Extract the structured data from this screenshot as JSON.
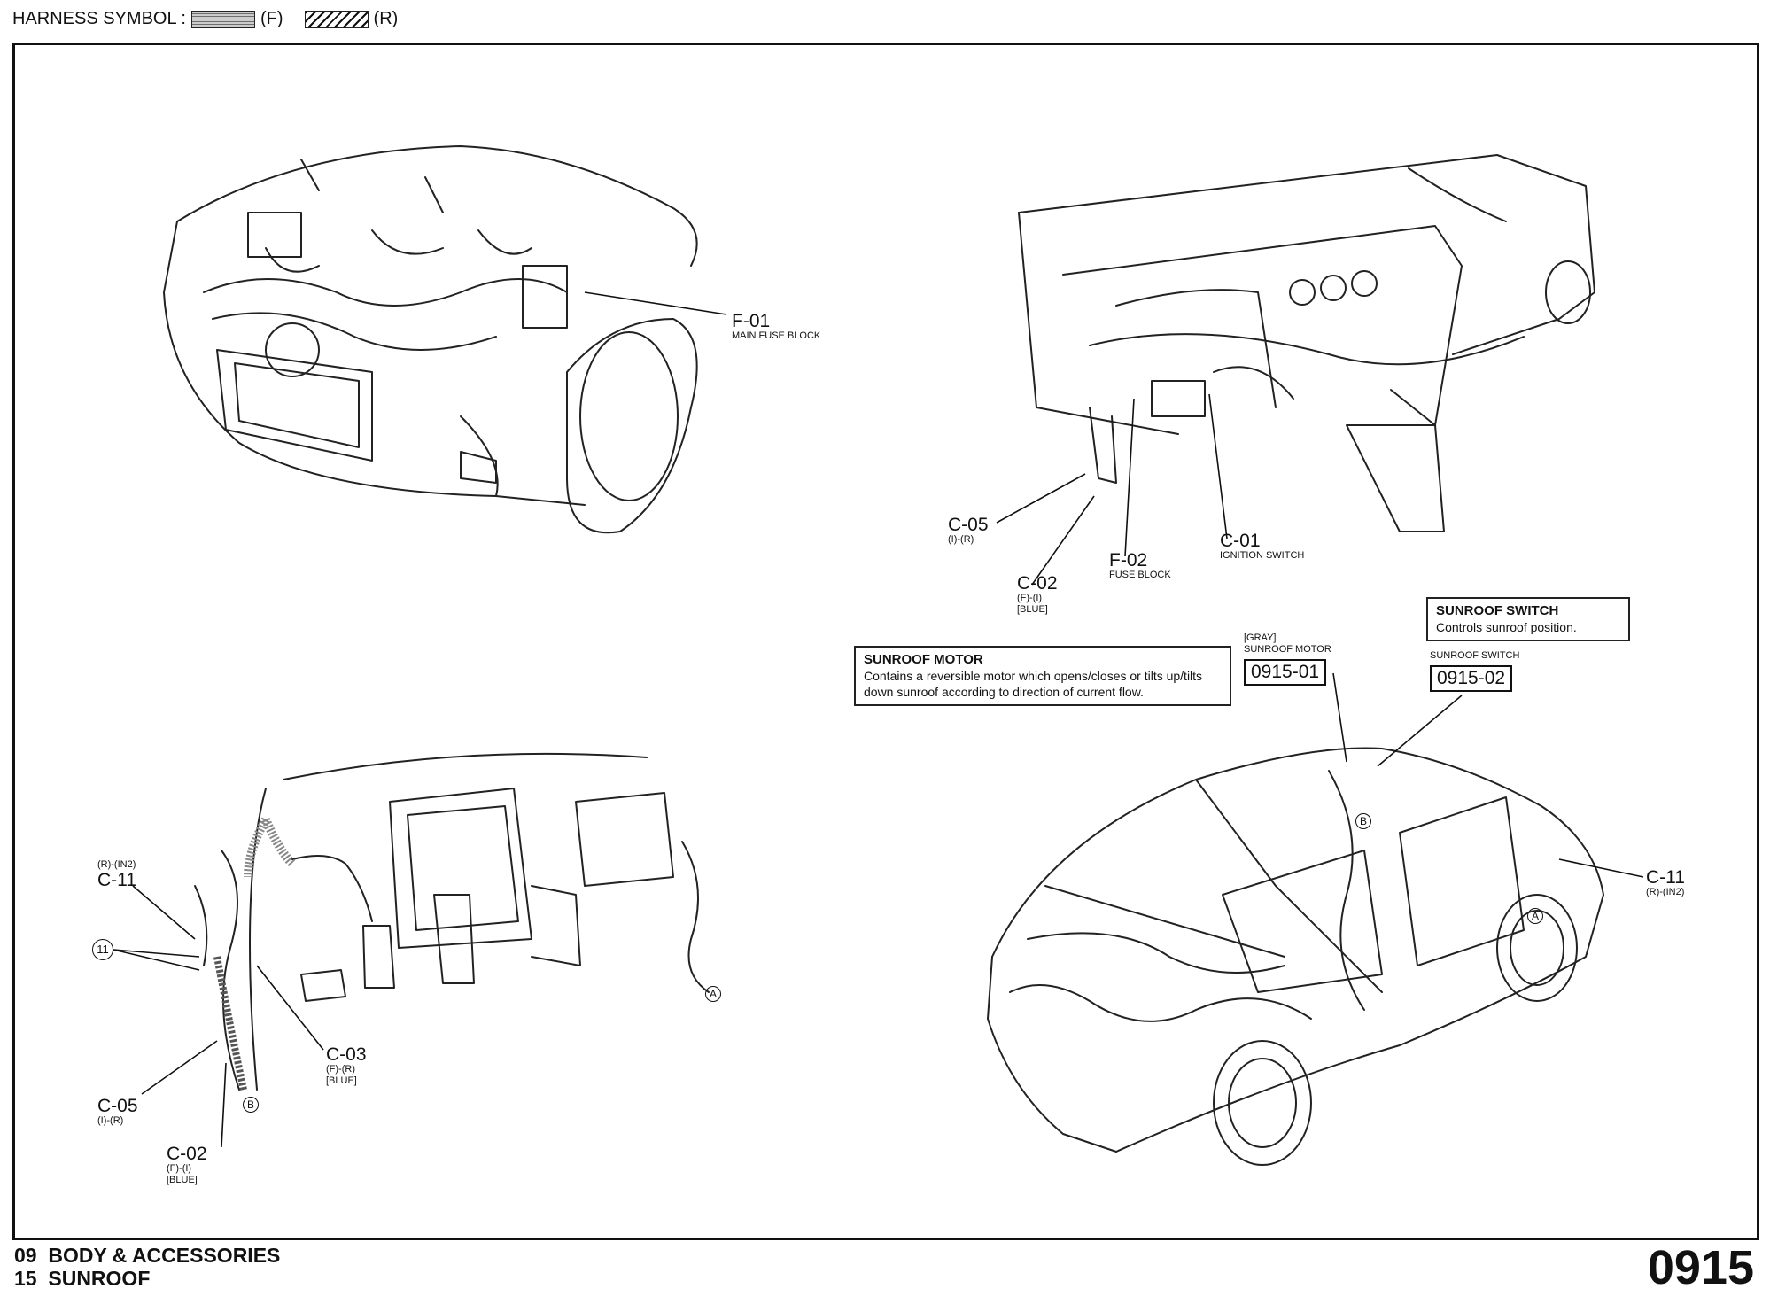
{
  "header": {
    "label": "HARNESS SYMBOL :",
    "front_label": "(F)",
    "rear_label": "(R)"
  },
  "engine_view": {
    "connectors": [
      {
        "code": "F-01",
        "desc": "MAIN FUSE BLOCK"
      }
    ]
  },
  "dash_view": {
    "connectors": [
      {
        "code": "C-05",
        "desc": "(I)-(R)"
      },
      {
        "code": "C-02",
        "desc": "(F)-(I)",
        "extra": "[BLUE]"
      },
      {
        "code": "F-02",
        "desc": "FUSE BLOCK"
      },
      {
        "code": "C-01",
        "desc": "IGNITION SWITCH"
      }
    ]
  },
  "lower_view": {
    "connectors": [
      {
        "code": "C-11",
        "desc": "(R)-(IN2)"
      },
      {
        "code": "C-03",
        "desc": "(F)-(R)",
        "extra": "[BLUE]"
      },
      {
        "code": "C-05",
        "desc": "(I)-(R)"
      },
      {
        "code": "C-02",
        "desc": "(F)-(I)",
        "extra": "[BLUE]"
      }
    ],
    "markers": {
      "eleven": "11",
      "a": "A",
      "b": "B"
    }
  },
  "car_view": {
    "connectors": [
      {
        "code": "C-11",
        "desc": "(R)-(IN2)"
      }
    ],
    "markers": {
      "a": "A",
      "b": "B"
    },
    "sunroof_motor": {
      "color": "[GRAY]",
      "label": "SUNROOF MOTOR",
      "code": "0915-01",
      "callout_title": "SUNROOF MOTOR",
      "callout_text": "Contains a reversible motor which opens/closes or tilts up/tilts down sunroof according to direction of current flow."
    },
    "sunroof_switch": {
      "label": "SUNROOF SWITCH",
      "code": "0915-02",
      "callout_title": "SUNROOF SWITCH",
      "callout_text": "Controls sunroof position."
    }
  },
  "footer": {
    "line1_num": "09",
    "line1_text": "BODY & ACCESSORIES",
    "line2_num": "15",
    "line2_text": "SUNROOF",
    "page": "0915"
  }
}
